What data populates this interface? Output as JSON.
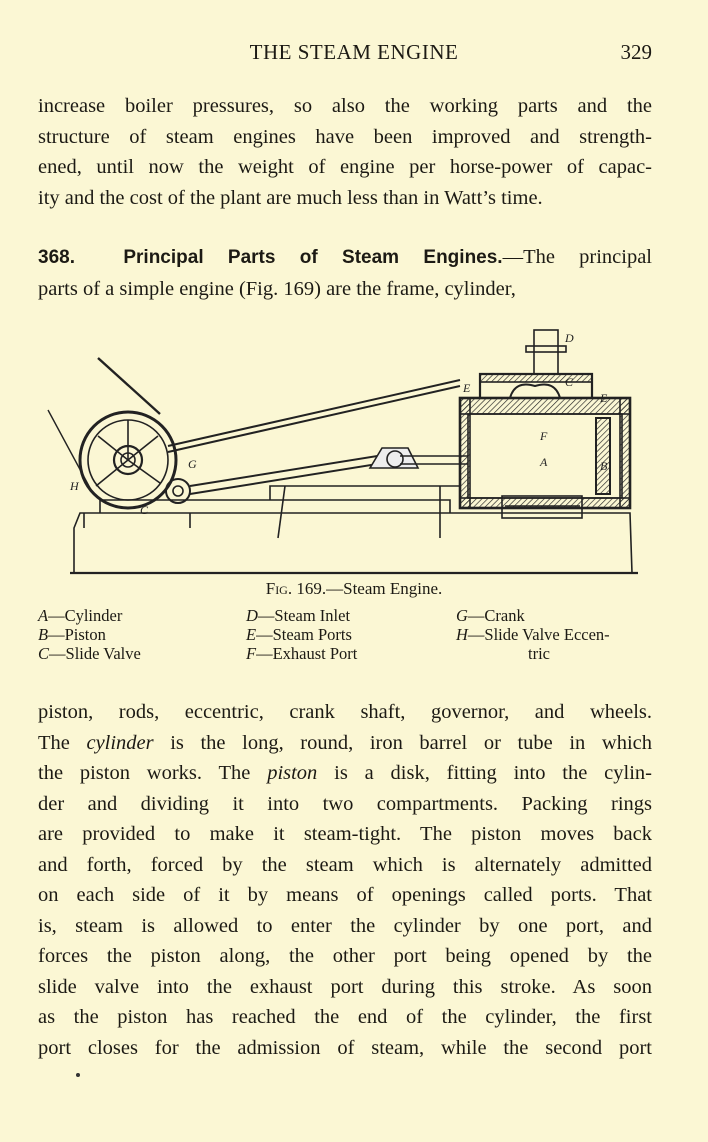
{
  "header": {
    "title": "THE STEAM ENGINE",
    "page_number": "329"
  },
  "para1": {
    "lines": [
      "increase boiler pressures, so also the working parts and the",
      "structure of steam engines have been improved and strength-",
      "ened, until now the weight of engine per horse-power of capac-",
      "ity and the cost of the plant are much less than in Watt’s time."
    ]
  },
  "section": {
    "number": "368.",
    "title": "Principal Parts of Steam Engines.",
    "line1_rest": "—The principal",
    "line2": "parts of a simple engine (Fig. 169) are the frame, cylinder,"
  },
  "figure": {
    "caption_prefix": "Fig. 169.",
    "caption_text": "—Steam Engine.",
    "labels": [
      "A",
      "B",
      "C",
      "C",
      "D",
      "E",
      "E",
      "F",
      "G",
      "H"
    ],
    "legend": [
      {
        "key": "A",
        "text": "—Cylinder"
      },
      {
        "key": "B",
        "text": "—Piston"
      },
      {
        "key": "C",
        "text": "—Slide Valve"
      },
      {
        "key": "D",
        "text": "—Steam Inlet"
      },
      {
        "key": "E",
        "text": "—Steam Ports"
      },
      {
        "key": "F",
        "text": "—Exhaust Port"
      },
      {
        "key": "G",
        "text": "—Crank"
      },
      {
        "key": "H",
        "text": "—Slide Valve Eccen-"
      },
      {
        "continuation": "tric"
      }
    ]
  },
  "para3": {
    "l1": "piston, rods, eccentric, crank shaft, governor, and wheels.",
    "l2a": "The ",
    "l2em": "cylinder",
    "l2b": " is the long, round, iron barrel or tube in which",
    "l3a": "the piston works.  The ",
    "l3em": "piston",
    "l3b": " is a disk, fitting into the cylin-",
    "l4": "der and dividing it into two compartments.  Packing rings",
    "l5": "are provided to make it steam-tight.  The piston moves back",
    "l6": "and forth, forced by the steam which is alternately admitted",
    "l7": "on each side of it by means of openings called ports.  That",
    "l8": "is, steam is allowed to enter the cylinder by one port, and",
    "l9": "forces the piston along, the other port being opened by the",
    "l10": "slide valve into the exhaust port during this stroke.  As soon",
    "l11": "as the piston has reached the end of the cylinder, the first",
    "l12": "port closes for the admission of steam, while the second port"
  }
}
